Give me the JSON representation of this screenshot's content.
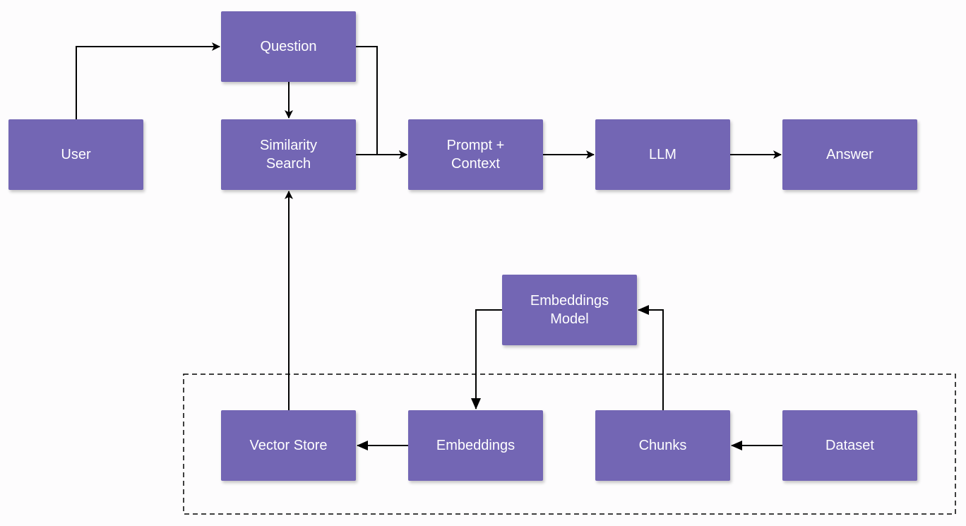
{
  "colors": {
    "node_fill": "#7366b4",
    "node_text": "#ffffff",
    "edge": "#000000",
    "background": "#fdfcfd"
  },
  "nodes": {
    "question": "Question",
    "user": "User",
    "similarity_search": "Similarity\nSearch",
    "prompt_context": "Prompt +\nContext",
    "llm": "LLM",
    "answer": "Answer",
    "embeddings_model": "Embeddings\nModel",
    "vector_store": "Vector Store",
    "embeddings": "Embeddings",
    "chunks": "Chunks",
    "dataset": "Dataset"
  },
  "edges": [
    {
      "from": "user",
      "to": "question"
    },
    {
      "from": "question",
      "to": "similarity_search"
    },
    {
      "from": "question",
      "to": "prompt_context"
    },
    {
      "from": "similarity_search",
      "to": "prompt_context"
    },
    {
      "from": "prompt_context",
      "to": "llm"
    },
    {
      "from": "llm",
      "to": "answer"
    },
    {
      "from": "vector_store",
      "to": "similarity_search"
    },
    {
      "from": "embeddings_model",
      "to": "embeddings"
    },
    {
      "from": "chunks",
      "to": "embeddings_model"
    },
    {
      "from": "embeddings",
      "to": "vector_store"
    },
    {
      "from": "dataset",
      "to": "chunks"
    }
  ]
}
